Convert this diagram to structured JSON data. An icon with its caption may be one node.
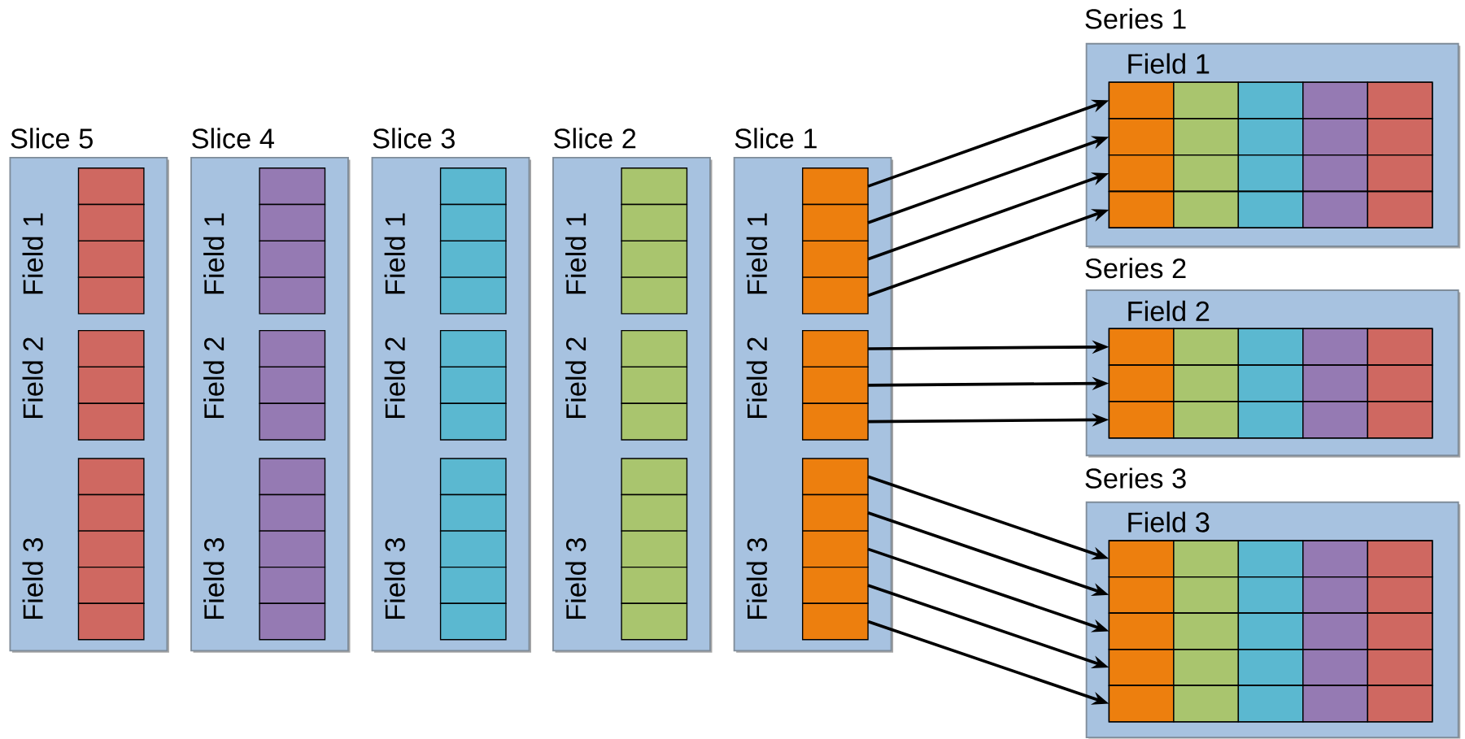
{
  "diagram": {
    "nodes": [
      {
        "text": [
          "Slice 5",
          "Field 1",
          "Field 2",
          "Field 3"
        ]
      },
      {
        "text": [],
        "shape": "box",
        "in": 0
      },
      {
        "text": [],
        "shape": "box",
        "in": 0
      },
      {
        "text": [],
        "shape": "box",
        "in": 0
      },
      {
        "text": [],
        "shape": "box",
        "in": 0
      },
      {
        "text": [],
        "shape": "box",
        "in": 0
      },
      {
        "text": [],
        "shape": "box",
        "in": 0
      },
      {
        "text": [],
        "shape": "box",
        "in": 0
      },
      {
        "text": [],
        "shape": "box",
        "in": 0
      },
      {
        "text": [],
        "shape": "box",
        "in": 0
      },
      {
        "text": [],
        "shape": "box",
        "in": 0
      },
      {
        "text": [],
        "shape": "box",
        "in": 0
      },
      {
        "text": [],
        "shape": "box",
        "in": 0
      },
      {
        "text": [
          "Slice 4",
          "Field 1",
          "Field 2",
          "Field 3"
        ]
      },
      {
        "text": [],
        "shape": "box",
        "in": 13
      },
      {
        "text": [],
        "shape": "box",
        "in": 13
      },
      {
        "text": [],
        "shape": "box",
        "in": 13
      },
      {
        "text": [],
        "shape": "box",
        "in": 13
      },
      {
        "text": [],
        "shape": "box",
        "in": 13
      },
      {
        "text": [],
        "shape": "box",
        "in": 13
      },
      {
        "text": [],
        "shape": "box",
        "in": 13
      },
      {
        "text": [],
        "shape": "box",
        "in": 13
      },
      {
        "text": [],
        "shape": "box",
        "in": 13
      },
      {
        "text": [],
        "shape": "box",
        "in": 13
      },
      {
        "text": [],
        "shape": "box",
        "in": 13
      },
      {
        "text": [],
        "shape": "box",
        "in": 13
      },
      {
        "text": [
          "Slice 3",
          "Field 1",
          "Field 2",
          "Field 3"
        ]
      },
      {
        "text": [],
        "shape": "box",
        "in": 26
      },
      {
        "text": [],
        "shape": "box",
        "in": 26
      },
      {
        "text": [],
        "shape": "box",
        "in": 26
      },
      {
        "text": [],
        "shape": "box",
        "in": 26
      },
      {
        "text": [],
        "shape": "box",
        "in": 26
      },
      {
        "text": [],
        "shape": "box",
        "in": 26
      },
      {
        "text": [],
        "shape": "box",
        "in": 26
      },
      {
        "text": [],
        "shape": "box",
        "in": 26
      },
      {
        "text": [],
        "shape": "box",
        "in": 26
      },
      {
        "text": [],
        "shape": "box",
        "in": 26
      },
      {
        "text": [],
        "shape": "box",
        "in": 26
      },
      {
        "text": [],
        "shape": "box",
        "in": 26
      },
      {
        "text": [
          "Slice 2",
          "Field 1",
          "Field 2",
          "Field 3"
        ]
      },
      {
        "text": [],
        "shape": "box",
        "in": 39
      },
      {
        "text": [],
        "shape": "box",
        "in": 39
      },
      {
        "text": [],
        "shape": "box",
        "in": 39
      },
      {
        "text": [],
        "shape": "box",
        "in": 39
      },
      {
        "text": [],
        "shape": "box",
        "in": 39
      },
      {
        "text": [],
        "shape": "box",
        "in": 39
      },
      {
        "text": [],
        "shape": "box",
        "in": 39
      },
      {
        "text": [],
        "shape": "box",
        "in": 39
      },
      {
        "text": [],
        "shape": "box",
        "in": 39
      },
      {
        "text": [],
        "shape": "box",
        "in": 39
      },
      {
        "text": [],
        "shape": "box",
        "in": 39
      },
      {
        "text": [],
        "shape": "box",
        "in": 39
      },
      {
        "text": [
          "Slice 1",
          "Field 1",
          "Field 2",
          "Field 3"
        ]
      },
      {
        "text": [],
        "shape": "box",
        "in": 52
      },
      {
        "text": [],
        "shape": "box",
        "in": 52
      },
      {
        "text": [],
        "shape": "box",
        "in": 52
      },
      {
        "text": [],
        "shape": "box",
        "in": 52
      },
      {
        "text": [],
        "shape": "box",
        "in": 52
      },
      {
        "text": [],
        "shape": "box",
        "in": 52
      },
      {
        "text": [],
        "shape": "box",
        "in": 52
      },
      {
        "text": [],
        "shape": "box",
        "in": 52
      },
      {
        "text": [],
        "shape": "box",
        "in": 52
      },
      {
        "text": [],
        "shape": "box",
        "in": 52
      },
      {
        "text": [],
        "shape": "box",
        "in": 52
      },
      {
        "text": [],
        "shape": "box",
        "in": 52
      },
      {
        "text": [
          "Series 1",
          "Field 1"
        ]
      },
      {
        "text": [],
        "shape": "box",
        "in": 65
      },
      {
        "text": [],
        "shape": "box",
        "in": 65
      },
      {
        "text": [],
        "shape": "box",
        "in": 65
      },
      {
        "text": [],
        "shape": "box",
        "in": 65
      },
      {
        "text": [
          "Series 2",
          "Field 2"
        ]
      },
      {
        "text": [],
        "shape": "box",
        "in": 70
      },
      {
        "text": [],
        "shape": "box",
        "in": 70
      },
      {
        "text": [],
        "shape": "box",
        "in": 70
      },
      {
        "text": [
          "Series 3",
          "Field 3"
        ]
      },
      {
        "text": [],
        "shape": "box",
        "in": 74
      },
      {
        "text": [],
        "shape": "box",
        "in": 74
      },
      {
        "text": [],
        "shape": "box",
        "in": 74
      },
      {
        "text": [],
        "shape": "box",
        "in": 74
      },
      {
        "text": [],
        "shape": "box",
        "in": 74
      }
    ],
    "edges": [
      {
        "from": 53,
        "to": 66,
        "arrow": "to"
      },
      {
        "from": 54,
        "to": 67,
        "arrow": "to"
      },
      {
        "from": 55,
        "to": 68,
        "arrow": "to"
      },
      {
        "from": 56,
        "to": 69,
        "arrow": "to"
      },
      {
        "from": 57,
        "to": 71,
        "arrow": "to"
      },
      {
        "from": 58,
        "to": 72,
        "arrow": "to"
      },
      {
        "from": 59,
        "to": 73,
        "arrow": "to"
      },
      {
        "from": 60,
        "to": 75,
        "arrow": "to"
      },
      {
        "from": 61,
        "to": 76,
        "arrow": "to"
      },
      {
        "from": 62,
        "to": 77,
        "arrow": "to"
      },
      {
        "from": 63,
        "to": 78,
        "arrow": "to"
      },
      {
        "from": 64,
        "to": 79,
        "arrow": "to"
      }
    ]
  }
}
